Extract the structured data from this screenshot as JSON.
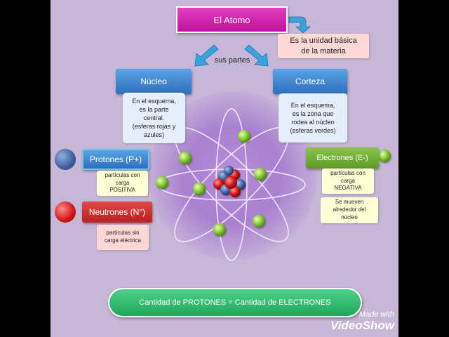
{
  "title": "El  Atomo",
  "definition": [
    "Es la unidad básica",
    "de la materia"
  ],
  "connector": "sus  partes",
  "nucleo": {
    "label": "Núcleo",
    "desc": [
      "En el esquema,",
      "es la parte",
      "central.",
      "(esferas rojas y",
      "azules)"
    ]
  },
  "corteza": {
    "label": "Corteza",
    "desc": [
      "En el esquema,",
      "es la zona que",
      "rodea al núcleo",
      "(esferas verdes)"
    ]
  },
  "protones": {
    "label": "Protones  (P+)",
    "desc": [
      "partículas con",
      "carga",
      "POSITIVA"
    ]
  },
  "neutrones": {
    "label": "Neutrones (N°)",
    "desc": [
      "partículas sin",
      "carga eléctrica"
    ]
  },
  "electrones": {
    "label": "Electrones (E-)",
    "desc1": [
      "partículas con",
      "carga",
      "NEGATIVA"
    ],
    "desc2": [
      "Se mueven",
      "alrededor del",
      "núcleo"
    ]
  },
  "formula": "Cantidad de PROTONES  =  Cantidad de  ELECTRONES",
  "watermark": {
    "line1": "Made with",
    "line2": "VideoShow"
  },
  "colors": {
    "background": "#c6b7d6",
    "title": "#d01fae",
    "blue": "#3a7fd0",
    "red": "#c82a2a",
    "green": "#74b33a",
    "electron": "#a5d74e"
  }
}
